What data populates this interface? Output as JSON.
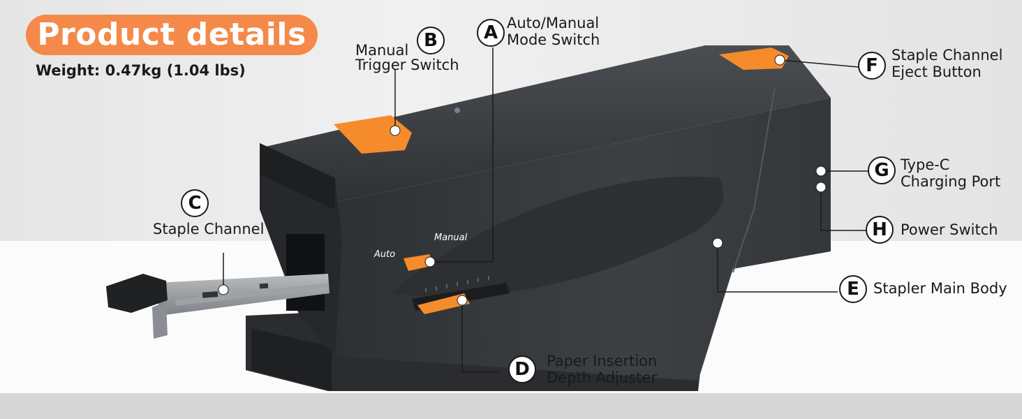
{
  "header": {
    "title": "Product details",
    "weight": "Weight: 0.47kg (1.04 lbs)"
  },
  "mode_labels": {
    "auto": "Auto",
    "manual": "Manual"
  },
  "callouts": [
    {
      "letter": "A",
      "line1": "Auto/Manual",
      "line2": "Mode Switch"
    },
    {
      "letter": "B",
      "line1": "Manual",
      "line2": "Trigger Switch"
    },
    {
      "letter": "C",
      "line1": "Staple Channel",
      "line2": ""
    },
    {
      "letter": "D",
      "line1": "Paper Insertion",
      "line2": "Depth Adjuster"
    },
    {
      "letter": "E",
      "line1": "Stapler Main Body",
      "line2": ""
    },
    {
      "letter": "F",
      "line1": "Staple Channel",
      "line2": "Eject Button"
    },
    {
      "letter": "G",
      "line1": "Type-C",
      "line2": "Charging Port"
    },
    {
      "letter": "H",
      "line1": "Power Switch",
      "line2": ""
    }
  ],
  "colors": {
    "accent": "#f4894a",
    "body": "#3a3d40",
    "orange_part": "#f68b2c"
  }
}
